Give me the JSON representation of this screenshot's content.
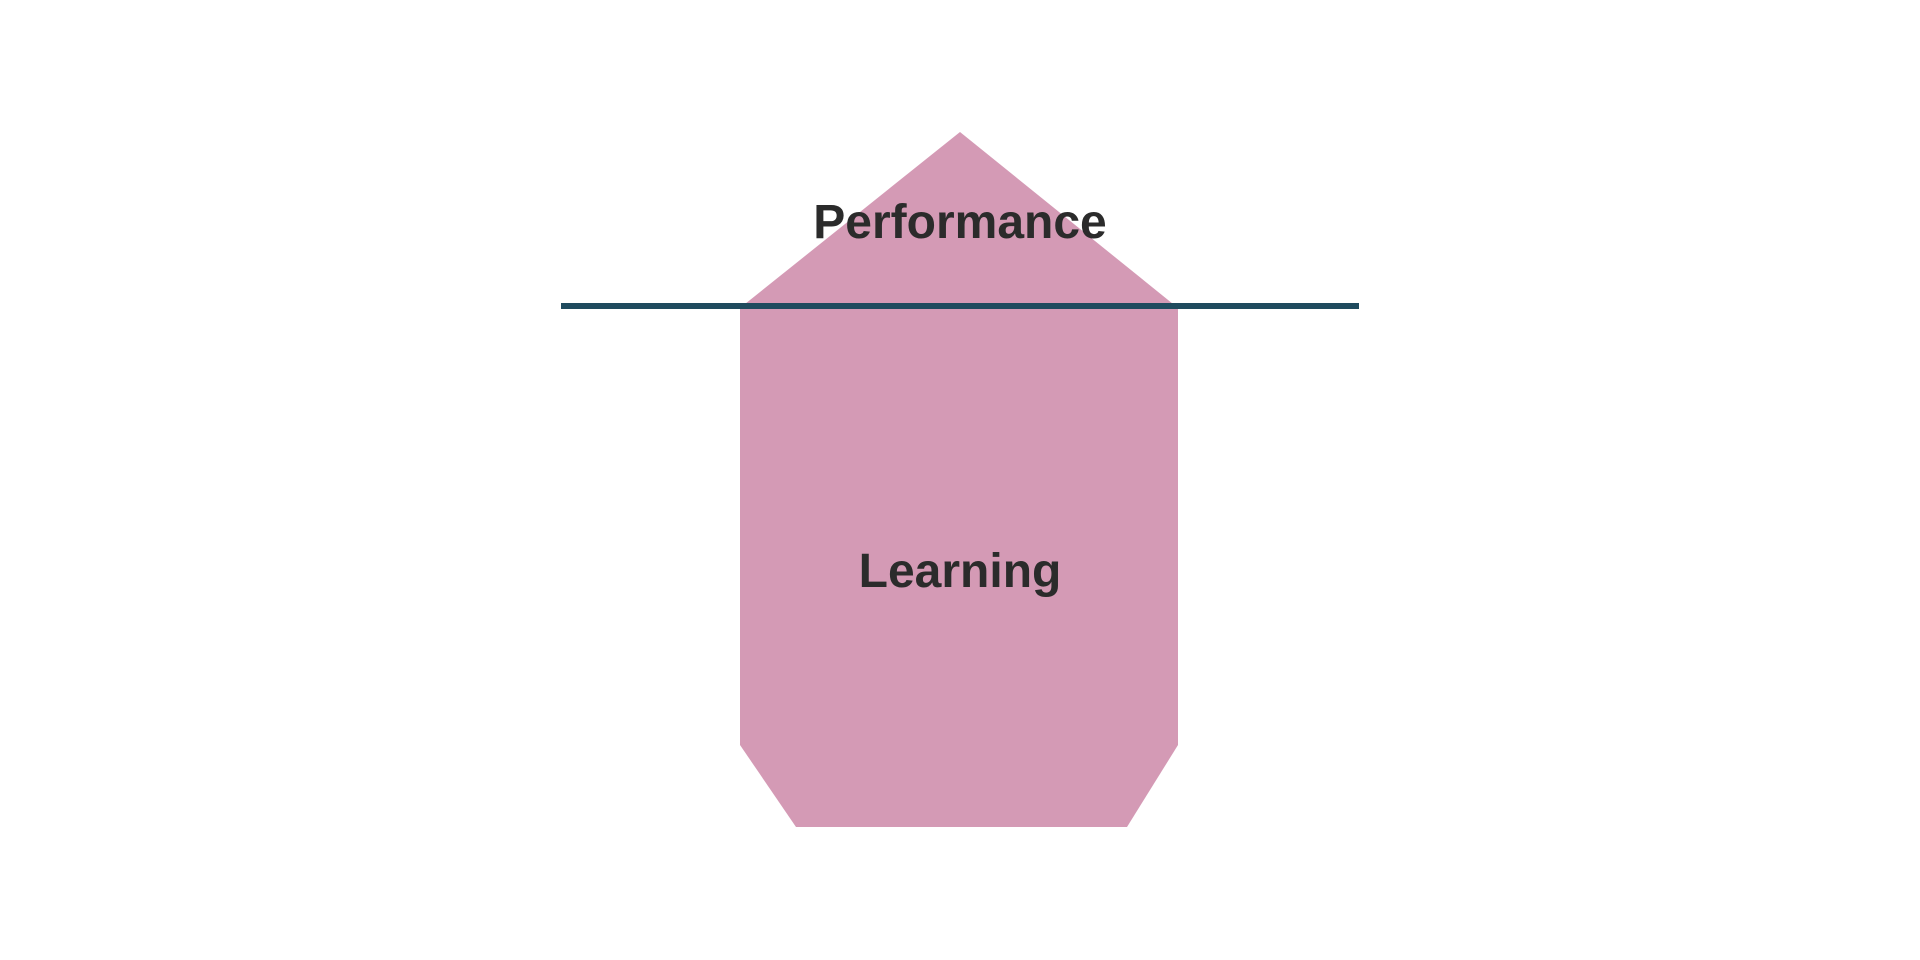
{
  "diagram": {
    "type": "iceberg",
    "labels": {
      "above_water": "Performance",
      "below_water": "Learning"
    },
    "colors": {
      "iceberg_fill": "#d49ab5",
      "waterline": "#1f4b5e",
      "text": "#2b2b2b",
      "background": "#ffffff"
    }
  }
}
